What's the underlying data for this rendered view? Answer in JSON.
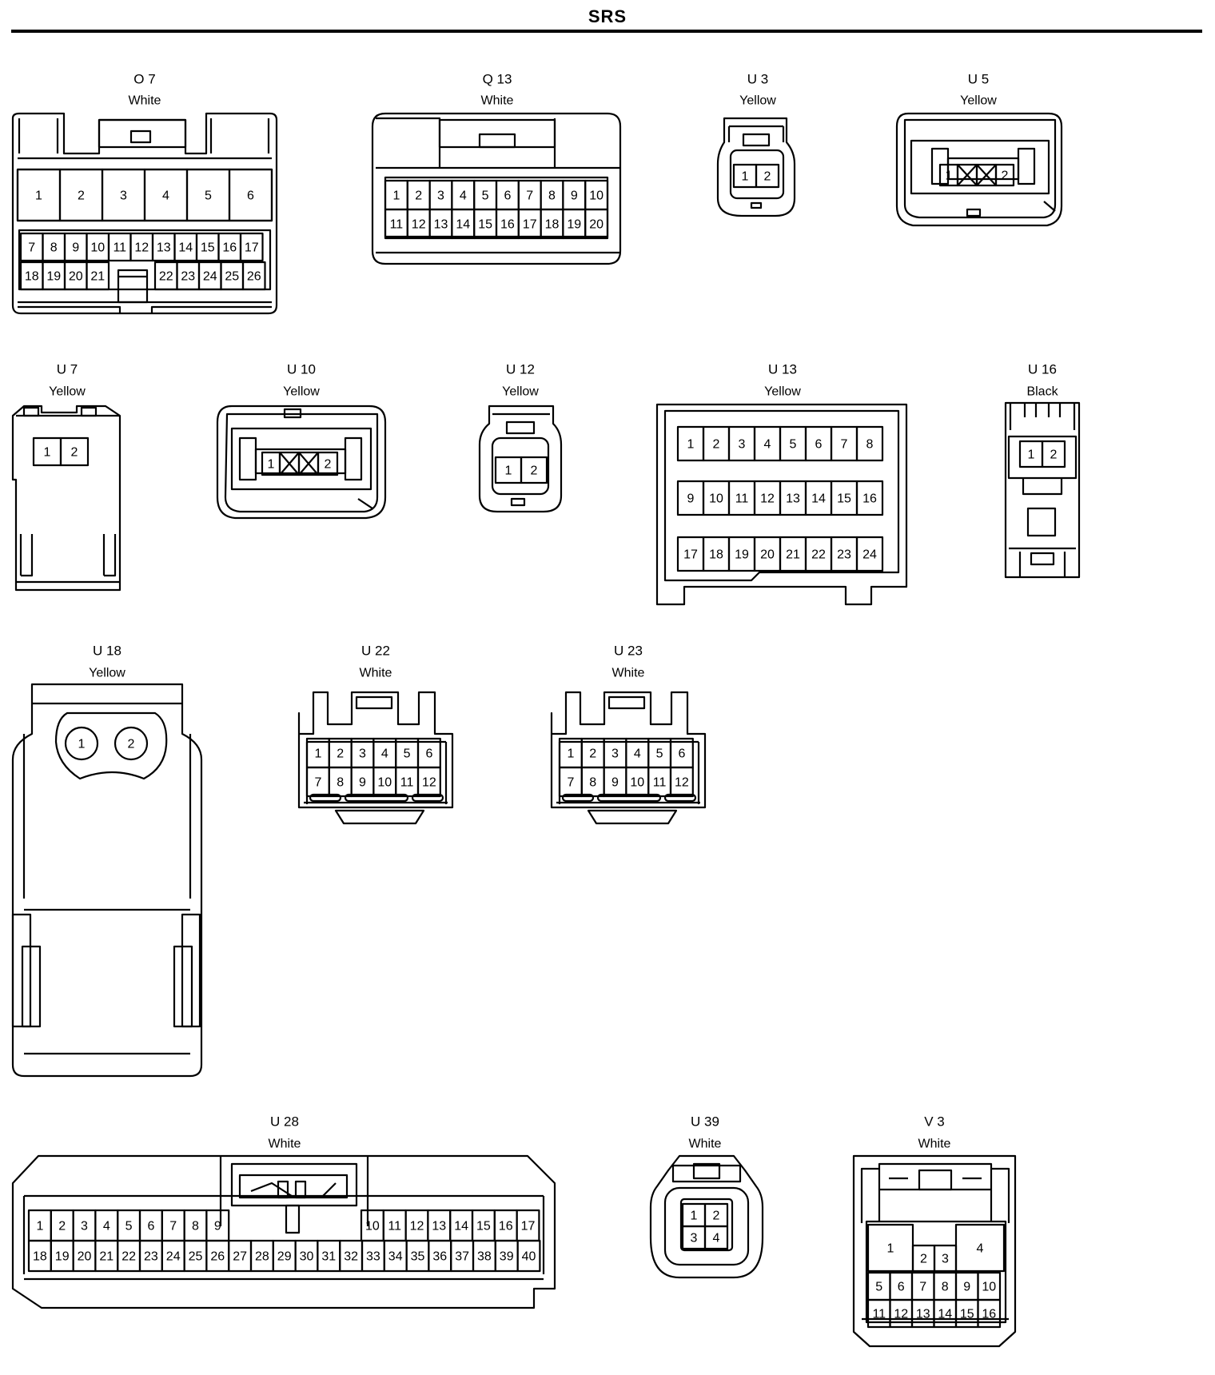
{
  "title": "SRS",
  "connectors": [
    {
      "id": "O 7",
      "color": "White"
    },
    {
      "id": "Q 13",
      "color": "White"
    },
    {
      "id": "U 3",
      "color": "Yellow"
    },
    {
      "id": "U 5",
      "color": "Yellow"
    },
    {
      "id": "U 7",
      "color": "Yellow"
    },
    {
      "id": "U 10",
      "color": "Yellow"
    },
    {
      "id": "U 12",
      "color": "Yellow"
    },
    {
      "id": "U 13",
      "color": "Yellow"
    },
    {
      "id": "U 16",
      "color": "Black"
    },
    {
      "id": "U 18",
      "color": "Yellow"
    },
    {
      "id": "U 22",
      "color": "White"
    },
    {
      "id": "U 23",
      "color": "White"
    },
    {
      "id": "U 28",
      "color": "White"
    },
    {
      "id": "U 39",
      "color": "White"
    },
    {
      "id": "V 3",
      "color": "White"
    }
  ]
}
